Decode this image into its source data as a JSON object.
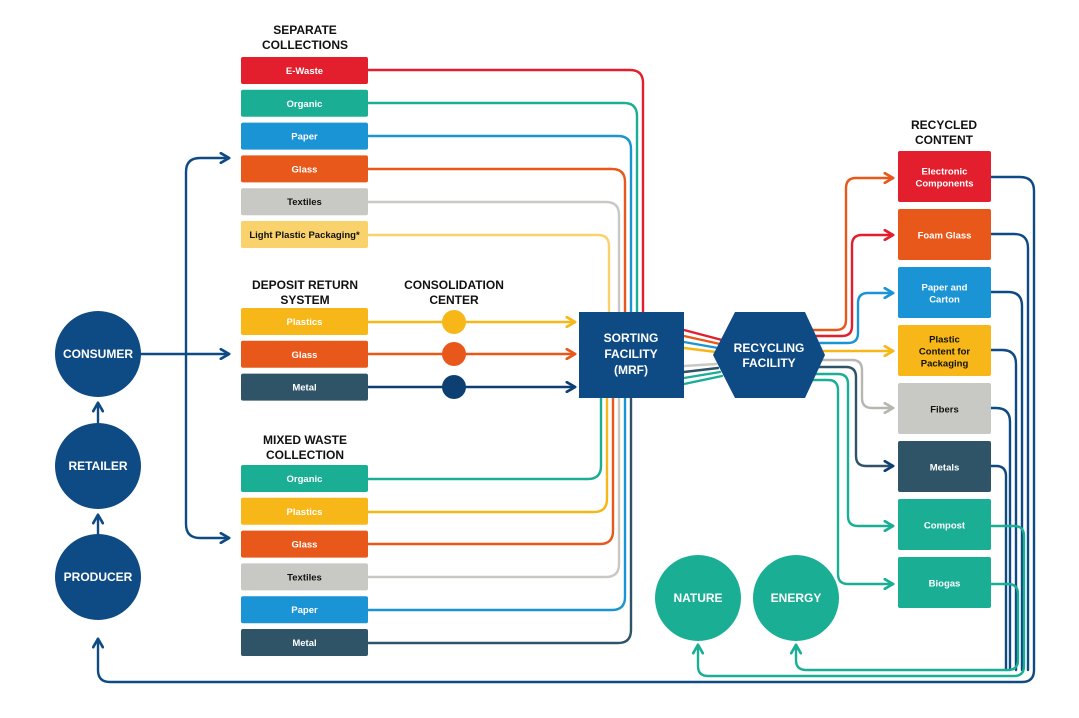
{
  "colors": {
    "navy": "#0e4a84",
    "dark_navy": "#0d3f73",
    "red": "#e31e2d",
    "teal": "#1aae95",
    "blue": "#1a94d4",
    "orange": "#e8581a",
    "gray": "#c8c8c4",
    "light_yellow": "#f9d26b",
    "yellow": "#f7b718",
    "slate": "#2f5468",
    "text_dark": "#111111",
    "text_light": "#ffffff"
  },
  "headers": {
    "separate": [
      "SEPARATE",
      "COLLECTIONS"
    ],
    "deposit": [
      "DEPOSIT RETURN",
      "SYSTEM"
    ],
    "consolidation": [
      "CONSOLIDATION",
      "CENTER"
    ],
    "mixed": [
      "MIXED WASTE",
      "COLLECTION"
    ],
    "recycled": [
      "RECYCLED",
      "CONTENT"
    ]
  },
  "lifecycle": {
    "consumer": "CONSUMER",
    "retailer": "RETAILER",
    "producer": "PRODUCER"
  },
  "separate_collections": [
    {
      "label": "E-Waste",
      "color": "red"
    },
    {
      "label": "Organic",
      "color": "teal"
    },
    {
      "label": "Paper",
      "color": "blue"
    },
    {
      "label": "Glass",
      "color": "orange"
    },
    {
      "label": "Textiles",
      "color": "gray"
    },
    {
      "label": "Light Plastic Packaging*",
      "color": "light_yellow"
    }
  ],
  "deposit_return": [
    {
      "label": "Plastics",
      "color": "yellow"
    },
    {
      "label": "Glass",
      "color": "orange"
    },
    {
      "label": "Metal",
      "color": "slate"
    }
  ],
  "mixed_waste": [
    {
      "label": "Organic",
      "color": "teal"
    },
    {
      "label": "Plastics",
      "color": "yellow"
    },
    {
      "label": "Glass",
      "color": "orange"
    },
    {
      "label": "Textiles",
      "color": "gray"
    },
    {
      "label": "Paper",
      "color": "blue"
    },
    {
      "label": "Metal",
      "color": "slate"
    }
  ],
  "sorting_facility": [
    "SORTING",
    "FACILITY",
    "(MRF)"
  ],
  "recycling_facility": [
    "RECYCLING",
    "FACILITY"
  ],
  "recycled_content": [
    {
      "label": [
        "Electronic",
        "Components"
      ],
      "color": "red"
    },
    {
      "label": [
        "Foam Glass"
      ],
      "color": "orange"
    },
    {
      "label": [
        "Paper and",
        "Carton"
      ],
      "color": "blue"
    },
    {
      "label": [
        "Plastic",
        "Content for",
        "Packaging"
      ],
      "color": "yellow"
    },
    {
      "label": [
        "Fibers"
      ],
      "color": "gray"
    },
    {
      "label": [
        "Metals"
      ],
      "color": "slate"
    },
    {
      "label": [
        "Compost"
      ],
      "color": "teal"
    },
    {
      "label": [
        "Biogas"
      ],
      "color": "teal"
    }
  ],
  "outputs": {
    "nature": "NATURE",
    "energy": "ENERGY"
  }
}
